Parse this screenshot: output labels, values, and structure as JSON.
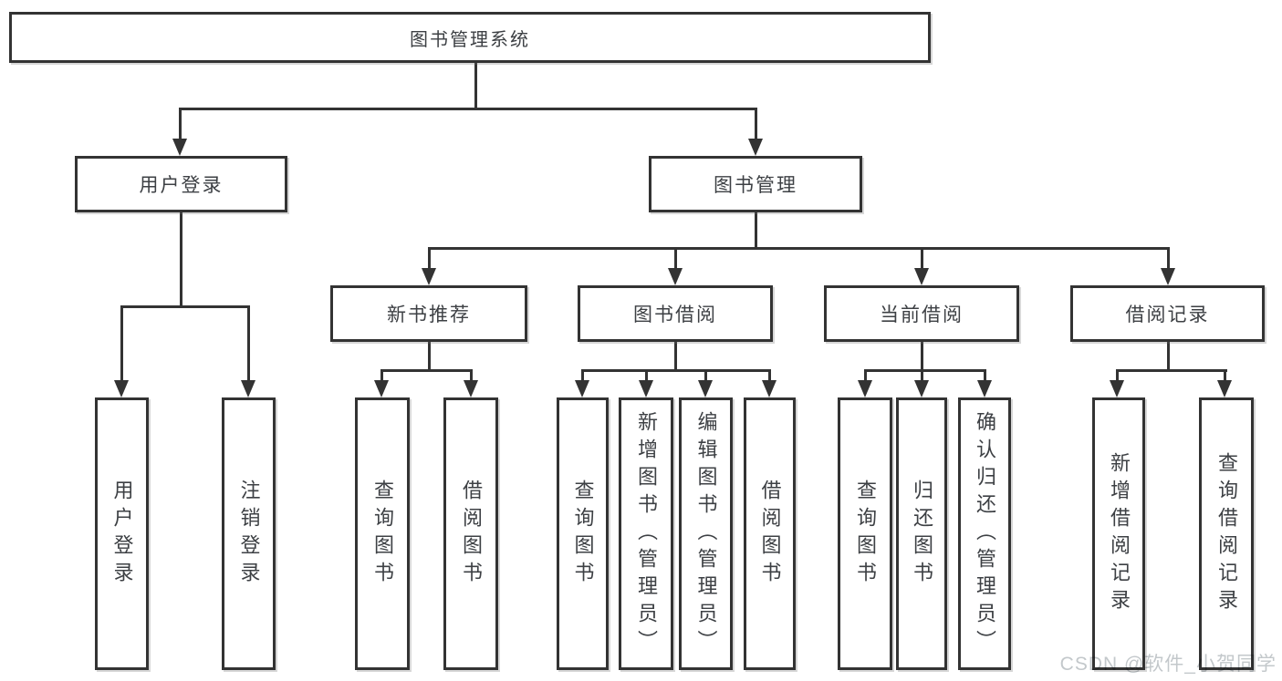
{
  "diagram": {
    "root": {
      "label": "图书管理系统"
    },
    "level2": [
      {
        "label": "用户登录"
      },
      {
        "label": "图书管理"
      }
    ],
    "level3": [
      {
        "label": "新书推荐"
      },
      {
        "label": "图书借阅"
      },
      {
        "label": "当前借阅"
      },
      {
        "label": "借阅记录"
      }
    ],
    "leaves": [
      {
        "label": "用户登录",
        "parent": "用户登录"
      },
      {
        "label": "注销登录",
        "parent": "用户登录"
      },
      {
        "label": "查询图书",
        "parent": "新书推荐"
      },
      {
        "label": "借阅图书",
        "parent": "新书推荐"
      },
      {
        "label": "查询图书",
        "parent": "图书借阅"
      },
      {
        "label": "新增图书（管理员）",
        "parent": "图书借阅"
      },
      {
        "label": "编辑图书（管理员）",
        "parent": "图书借阅"
      },
      {
        "label": "借阅图书",
        "parent": "图书借阅"
      },
      {
        "label": "查询图书",
        "parent": "当前借阅"
      },
      {
        "label": "归还图书",
        "parent": "当前借阅"
      },
      {
        "label": "确认归还（管理员）",
        "parent": "当前借阅"
      },
      {
        "label": "新增借阅记录",
        "parent": "借阅记录"
      },
      {
        "label": "查询借阅记录",
        "parent": "借阅记录"
      }
    ]
  },
  "watermark": {
    "text": "CSDN @软件_小贺同学"
  },
  "colors": {
    "line": "#333333",
    "box_border": "#333333",
    "box_fill": "#ffffff",
    "text": "#3d4044",
    "background": "#ffffff",
    "watermark": "#c3c8cb"
  }
}
